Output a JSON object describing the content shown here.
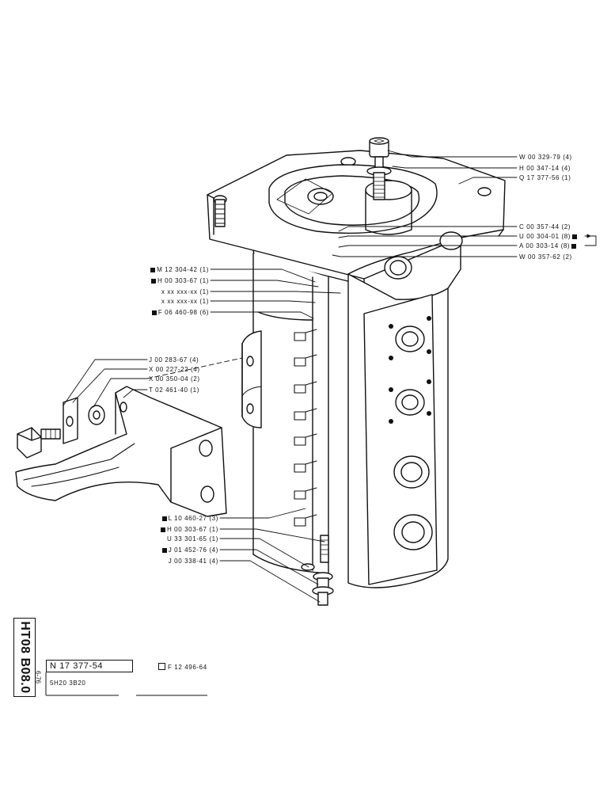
{
  "sheet": {
    "side_code": "HT08 B08.0",
    "date_code": "6-76",
    "drawing_number": "N 17 377-54",
    "reference": "F 12 496-64",
    "model": "5H20 3B20"
  },
  "callouts_right": [
    {
      "code": "W 00 329-79 (4)",
      "marker": ""
    },
    {
      "code": "H 00 347-14 (4)",
      "marker": ""
    },
    {
      "code": "Q 17 377-56 (1)",
      "marker": ""
    },
    {
      "code": "C 00 357-44 (2)",
      "marker": ""
    },
    {
      "code": "U 00 304-01 (8)",
      "marker": "filled-square"
    },
    {
      "code": "A 00 303-14 (8)",
      "marker": "filled-square"
    },
    {
      "code": "W 00 357-62 (2)",
      "marker": ""
    }
  ],
  "callouts_left_upper": [
    {
      "code": "M 12 304-42 (1)",
      "marker": "filled-square"
    },
    {
      "code": "H 00 303-67 (1)",
      "marker": "filled-square"
    },
    {
      "code": "x xx xxx-xx (1)",
      "marker": ""
    },
    {
      "code": "x xx xxx-xx (1)",
      "marker": ""
    },
    {
      "code": "F 06 460-98 (6)",
      "marker": "filled-square"
    }
  ],
  "callouts_left_middle": [
    {
      "code": "J 00 283-67 (4)",
      "marker": ""
    },
    {
      "code": "X 00 227-22 (4)",
      "marker": ""
    },
    {
      "code": "X 00 350-04 (2)",
      "marker": ""
    },
    {
      "code": "T 02 461-40 (1)",
      "marker": ""
    }
  ],
  "callouts_left_lower": [
    {
      "code": "L 10 460-27 (3)",
      "marker": "filled-square"
    },
    {
      "code": "H 00 303-67 (1)",
      "marker": "filled-square"
    },
    {
      "code": "U 33 301-65 (1)",
      "marker": ""
    },
    {
      "code": "J 01 452-76 (4)",
      "marker": "filled-square"
    },
    {
      "code": "J 00 338-41 (4)",
      "marker": ""
    }
  ]
}
